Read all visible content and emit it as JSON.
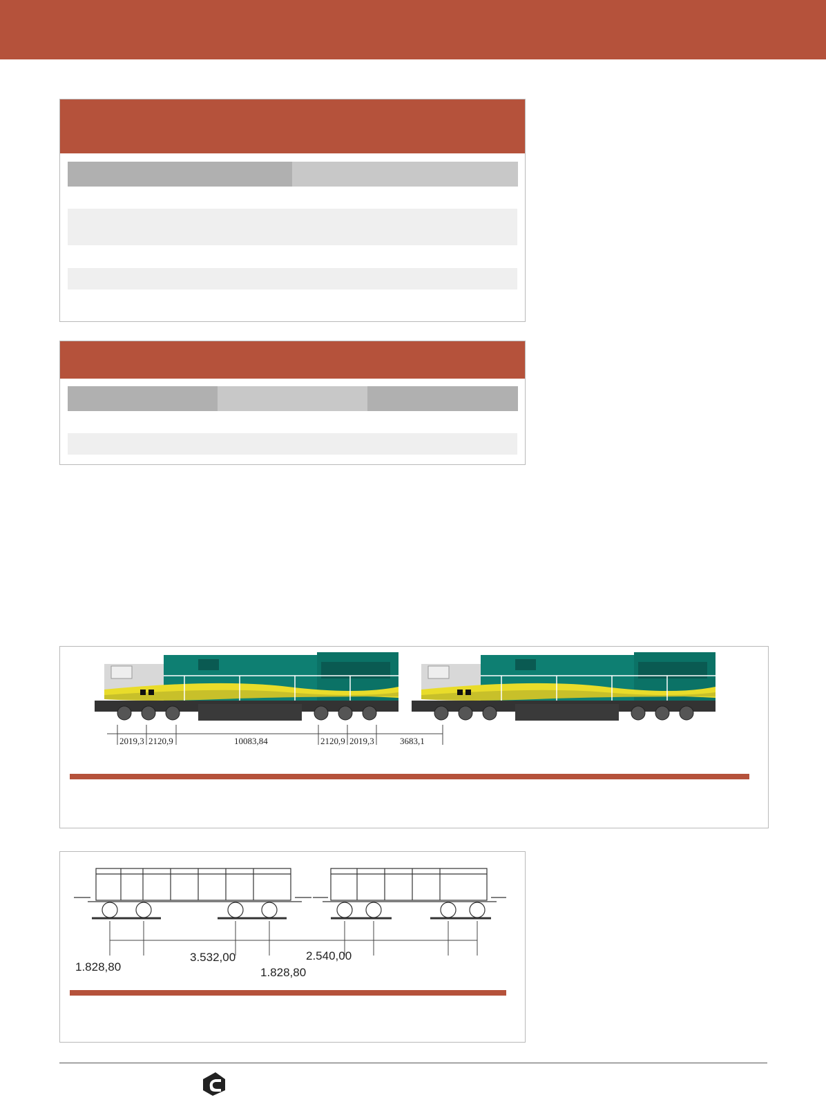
{
  "colors": {
    "brand": "#b5523b",
    "header_dark": "#b0b0b0",
    "header_light": "#c8c8c8",
    "row_band": "#efefef",
    "loco_green": "#0e7f72",
    "loco_yellow": "#e9dc2a",
    "loco_silver": "#d8d8d8"
  },
  "figure_locomotive": {
    "dimensions": [
      "2019,3",
      "2120,9",
      "10083,84",
      "2120,9",
      "2019,3",
      "3683,1"
    ]
  },
  "figure_wagon": {
    "dimensions": [
      "1.828,80",
      "3.532,00",
      "1.828,80",
      "2.540,00"
    ]
  },
  "footer": {
    "logo_icon": "publisher-logo-icon"
  }
}
